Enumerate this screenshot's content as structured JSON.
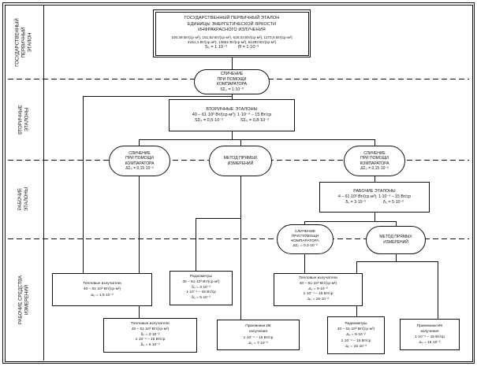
{
  "sidebar": {
    "labels": [
      "ГОСУДАРСТВЕННЫЙ\nПЕРВИЧНЫЙ\nЭТАЛОН",
      "ВТОРИЧНЫЕ\nЭТАЛОНЫ",
      "РАБОЧИЕ\nЭТАЛОНЫ",
      "РАБОЧИЕ СРЕДСТВА\nИЗМЕРЕНИЙ"
    ]
  },
  "primary": {
    "title_lines": [
      "ГОСУДАРСТВЕННЫЙ ПЕРВИЧНЫЙ ЭТАЛОН",
      "ЕДИНИЦЫ ЭНЕРГЕТИЧЕСКОЙ ЯРКОСТИ",
      "ИНФРАКРАСНОГО ИЗЛУЧЕНИЯ"
    ],
    "value_lines": [
      "100,39 Вт/(ср·м²), 151,82 Вт/(ср·м²), 615,03 Вт/(ср·м²), 1173,5 Вт/(ср·м²)",
      "4151,1 Вт/(ср·м²), 13691 Вт/(ср·м²), 61283 Вт/(ср·м²)"
    ],
    "s0": "S₀ = 1·10⁻³",
    "theta": "Θ = 1·10⁻³"
  },
  "compare1": {
    "lines": [
      "СЛИЧЕНИЕ",
      "ПРИ ПОМОЩИ",
      "КОМПАРАТОРА"
    ],
    "error": "SΣ₀ = 1·10⁻³"
  },
  "secondary": {
    "title": "ВТОРИЧНЫЕ ЭТАЛОНЫ",
    "range": "40 – 61·10³ Вт/(ср·м²); 1·10⁻⁴ – 15 Вт/ср",
    "err1": "SΣ₀ = 0,5·10⁻²",
    "err2": "SΣ₀ = 0,8·10⁻²"
  },
  "compare2l": {
    "lines": [
      "СЛИЧЕНИЕ",
      "ПРИ ПОМОЩИ",
      "КОМПАРАТОРА"
    ],
    "error": "ΔΣ₀ = 0,15·10⁻²"
  },
  "method2": {
    "lines": [
      "МЕТОД ПРЯМЫХ",
      "ИЗМЕРЕНИЙ"
    ]
  },
  "compare2r": {
    "lines": [
      "СЛИЧЕНИЕ",
      "ПРИ ПОМОЩИ",
      "КОМПАРАТОРА"
    ],
    "error": "ΔΣ₀ = 0,15·10⁻²"
  },
  "working": {
    "title": "РАБОЧИЕ ЭТАЛОНЫ",
    "range": "4 – 61·10³ Вт/(ср·м²); 1·10⁻⁴ – 15 Вт/ср",
    "err1": "δ₀ = 3·10⁻²",
    "err2": "δ₀ = 5·10⁻²"
  },
  "compare3": {
    "lines": [
      "СЛИЧЕНИЕ",
      "ПРИ ПОМОЩИ",
      "КОМПАРАТОРА"
    ],
    "error": "ΔΣ₀ = 0,3·10⁻²"
  },
  "method3": {
    "lines": [
      "МЕТОД ПРЯМЫХ",
      "ИЗМЕРЕНИЙ"
    ]
  },
  "instruments": {
    "b1": {
      "lines": [
        "Тепловые излучатели",
        "40 – 61·10³ Вт/(ср·м²)",
        "Δ₀ = 1,5·10⁻²"
      ]
    },
    "b2": {
      "lines": [
        "Радиометры",
        "40 – 61·10³ Вт/(ср·м²)",
        "δ₀ = 3·10⁻²",
        "1·10⁻⁴ – 15 Вт/ср",
        "δ₀ = 5·10⁻²"
      ]
    },
    "b3": {
      "lines": [
        "Тепловые излучатели",
        "40 – 61·10³ Вт/(ср·м²)",
        "Δ₀ = 9·10⁻²",
        "1·10⁻⁴ – 15 Вт/ср",
        "Δ₀ = 15·10⁻²"
      ]
    },
    "b4": {
      "lines": [
        "Тепловые излучатели",
        "40 – 61·10³ Вт/(ср·м²)",
        "δ₀ = 3·10⁻²",
        "1·10⁻⁴ – 15 Вт/ср",
        "δ₀ = 5·10⁻²"
      ]
    },
    "b5": {
      "lines": [
        "Приемники ИК",
        "излучения",
        "1·10⁻⁴ – 15 Вт/ср",
        "Δ₀ = 7·10⁻²"
      ]
    },
    "b6": {
      "lines": [
        "Радиометры",
        "40 – 61·10³ Вт/(ср·м²)",
        "Δ₀ = 9·10⁻²",
        "1·10⁻⁴ – 15 Вт/ср",
        "Δ₀ = 15·10⁻²"
      ]
    },
    "b7": {
      "lines": [
        "Приемники ИК",
        "излучения",
        "1·10⁻⁴ – 15 Вт/ср",
        "Δ₀ = 15·10⁻²"
      ]
    }
  },
  "colors": {
    "line": "#111111",
    "background": "#ffffff"
  }
}
